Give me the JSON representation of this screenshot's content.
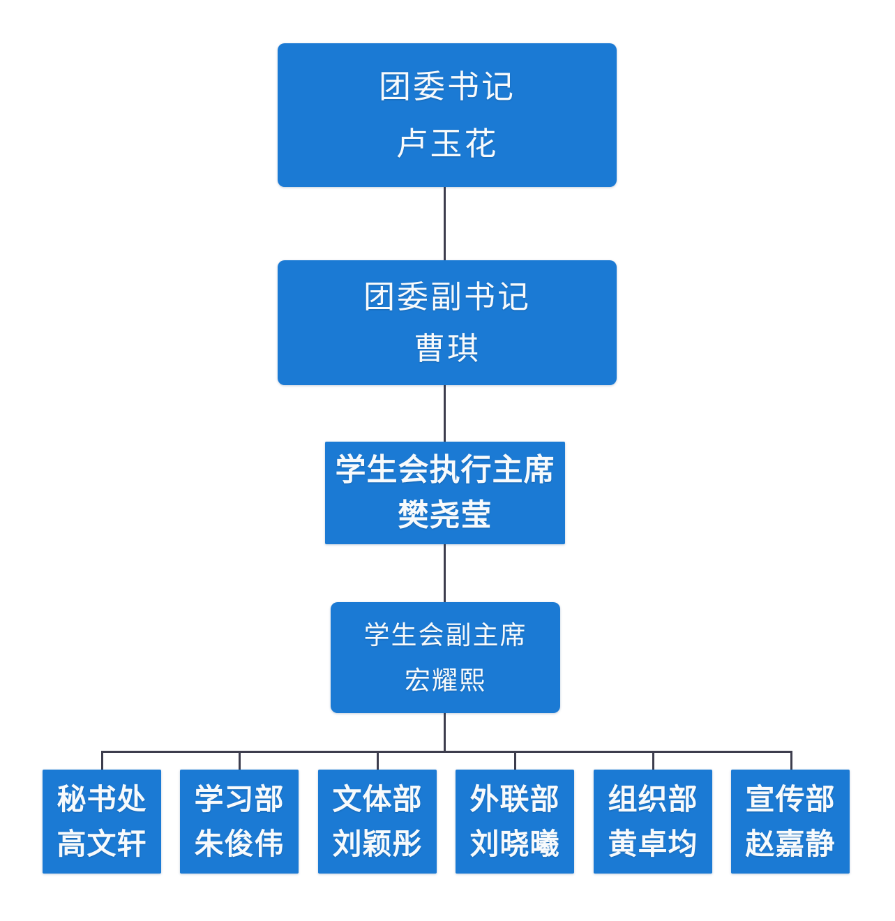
{
  "colors": {
    "box-blue": "#1b7ad4",
    "line-color": "#3d3d4d",
    "text-color": "#f7fafc"
  },
  "org": {
    "level1": {
      "title": "团委书记",
      "name": "卢玉花"
    },
    "level2": {
      "title": "团委副书记",
      "name": "曹琪"
    },
    "level3": {
      "title": "学生会执行主席",
      "name": "樊尧莹"
    },
    "level4": {
      "title": "学生会副主席",
      "name": "宏耀熙"
    },
    "departments": [
      {
        "title": "秘书处",
        "name": "高文轩"
      },
      {
        "title": "学习部",
        "name": "朱俊伟"
      },
      {
        "title": "文体部",
        "name": "刘颖彤"
      },
      {
        "title": "外联部",
        "name": "刘晓曦"
      },
      {
        "title": "组织部",
        "name": "黄卓均"
      },
      {
        "title": "宣传部",
        "name": "赵嘉静"
      }
    ]
  }
}
